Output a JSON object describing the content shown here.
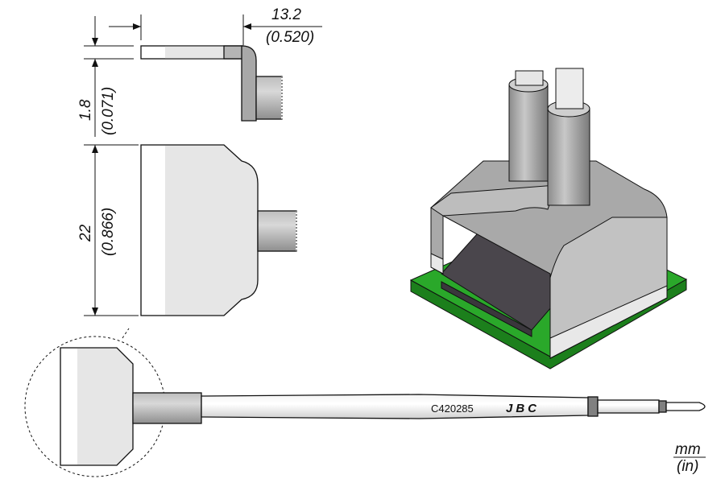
{
  "dimensions": {
    "length": {
      "mm": "13.2",
      "in": "(0.520)"
    },
    "thickness": {
      "mm": "1.8",
      "in": "(0.071)"
    },
    "width": {
      "mm": "22",
      "in": "(0.866)"
    }
  },
  "tip": {
    "part_number": "C420285",
    "brand": "JBC"
  },
  "units": {
    "primary": "mm",
    "secondary": "(in)"
  },
  "colors": {
    "pcb": "#1f9a1f",
    "chip": "#4a464c",
    "metal": "#a9a9a9",
    "light_metal": "#e4e4e4"
  }
}
